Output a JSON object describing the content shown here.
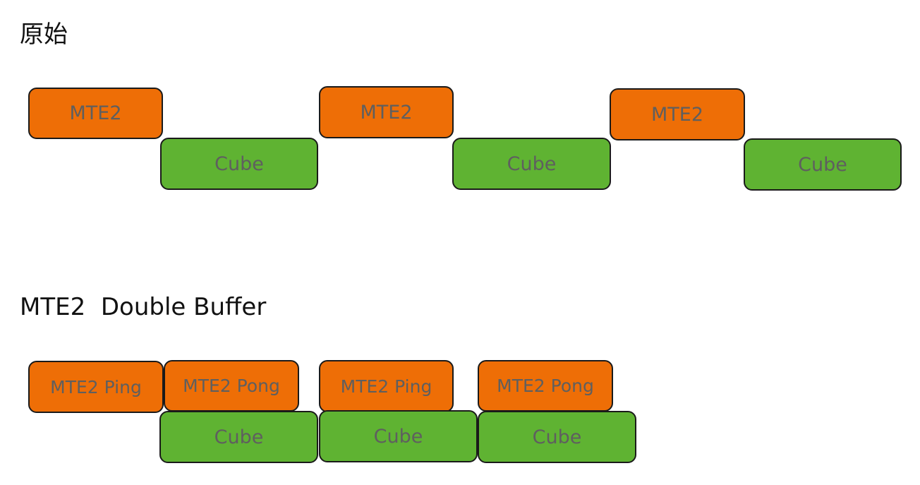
{
  "sections": [
    {
      "title": "原始",
      "blocks": [
        {
          "label": "MTE2",
          "kind": "mte2"
        },
        {
          "label": "Cube",
          "kind": "cube"
        },
        {
          "label": "MTE2",
          "kind": "mte2"
        },
        {
          "label": "Cube",
          "kind": "cube"
        },
        {
          "label": "MTE2",
          "kind": "mte2"
        },
        {
          "label": "Cube",
          "kind": "cube"
        }
      ]
    },
    {
      "title": "MTE2  Double Buffer",
      "blocks": [
        {
          "label": "MTE2 Ping",
          "kind": "mte2"
        },
        {
          "label": "MTE2 Pong",
          "kind": "mte2"
        },
        {
          "label": "Cube",
          "kind": "cube"
        },
        {
          "label": "MTE2 Ping",
          "kind": "mte2"
        },
        {
          "label": "Cube",
          "kind": "cube"
        },
        {
          "label": "MTE2 Pong",
          "kind": "mte2"
        },
        {
          "label": "Cube",
          "kind": "cube"
        }
      ]
    }
  ],
  "colors": {
    "mte2": "#ee6e06",
    "cube": "#5fb332",
    "border": "#1a1a1a",
    "label_text": "#5f5f5f"
  }
}
